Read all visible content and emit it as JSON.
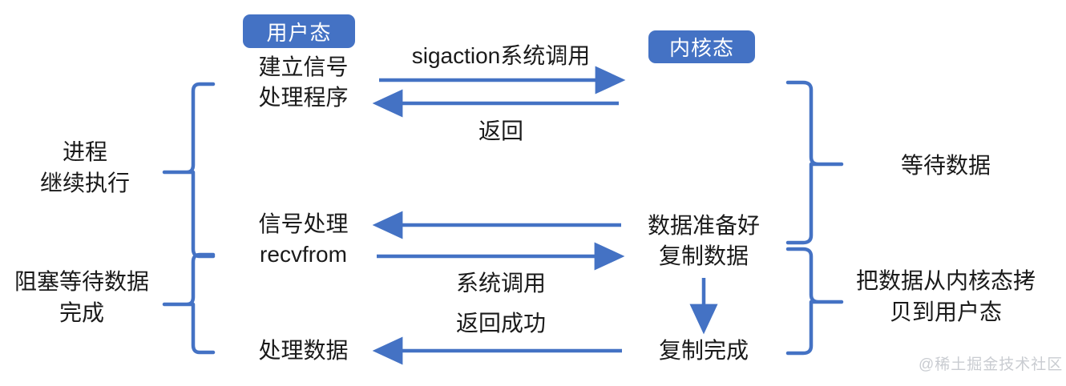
{
  "theme": {
    "background": "#ffffff",
    "accent": "#4472c4",
    "arrow_color": "#4472c4",
    "brace_color": "#4472c4",
    "text_color": "#1a1a1a",
    "badge_text_color": "#ffffff",
    "watermark_color": "#c9ccd1"
  },
  "badges": {
    "user_mode": "用户态",
    "kernel_mode": "内核态"
  },
  "user_column": {
    "setup_handler_line1": "建立信号",
    "setup_handler_line2": "处理程序",
    "signal_handle": "信号处理",
    "recvfrom": "recvfrom",
    "process_data": "处理数据"
  },
  "kernel_column": {
    "data_ready": "数据准备好",
    "copy_data": "复制数据",
    "copy_done": "复制完成"
  },
  "arrow_labels": {
    "sigaction_syscall": "sigaction系统调用",
    "return": "返回",
    "syscall": "系统调用",
    "return_success": "返回成功"
  },
  "left_braces": [
    {
      "label_line1": "进程",
      "label_line2": "继续执行"
    },
    {
      "label_line1": "阻塞等待数据",
      "label_line2": "完成"
    }
  ],
  "right_braces": [
    {
      "label_line1": "等待数据",
      "label_line2": ""
    },
    {
      "label_line1": "把数据从内核态拷",
      "label_line2": "贝到用户态"
    }
  ],
  "watermark": "@稀土掘金技术社区"
}
